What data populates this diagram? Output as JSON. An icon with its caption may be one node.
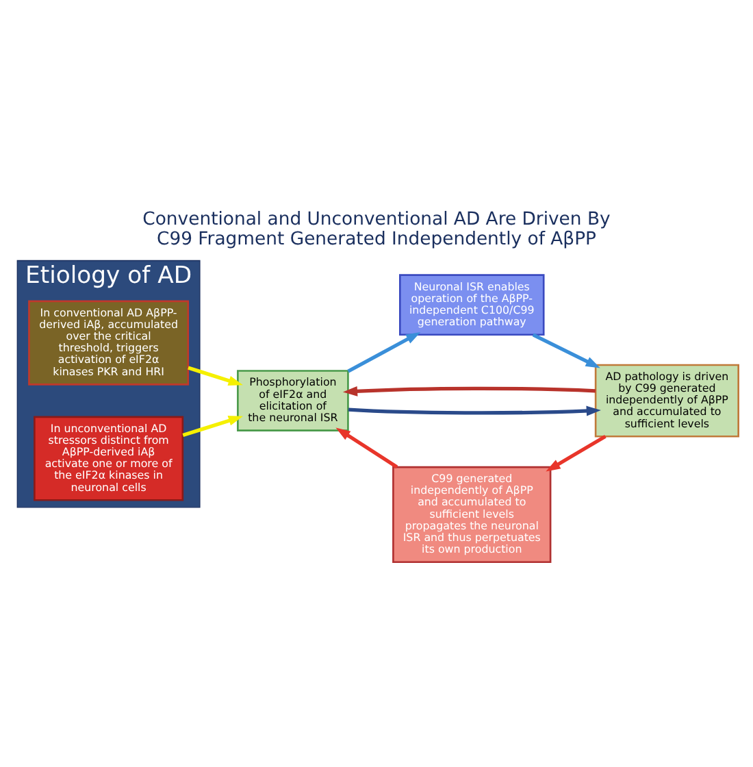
{
  "diagram": {
    "title": "Conventional and Unconventional AD Are Driven By C99 Fragment Generated Independently of AβPP",
    "nodes": [
      {
        "text": [
          "Etiology of AD"
        ]
      },
      {
        "text": [
          "In conventional AD AβPP-derived iAβ, accumulated over the critical threshold, triggers activation of eIF2α kinases PKR and HRI"
        ],
        "in": 0
      },
      {
        "text": [
          "In unconventional AD stressors distinct from AβPP-derived iAβ activate one or more of the eIF2α kinases in neuronal cells"
        ],
        "in": 0
      },
      {
        "text": [
          "Phosphorylation of eIF2α and elicitation of the neuronal ISR"
        ]
      },
      {
        "text": [
          "Neuronal ISR enables operation of the AβPP-independent C100/C99 generation pathway"
        ]
      },
      {
        "text": [
          "AD pathology is driven by C99 generated independently of AβPP and accumulated to sufficient levels"
        ]
      },
      {
        "text": [
          "C99 generated independently of AβPP and accumulated to sufficient levels propagates the neuronal ISR and thus perpetuates its own production"
        ]
      }
    ],
    "edges": [
      {
        "from": 1,
        "to": 3,
        "arrow": "to",
        "color": "#f5f000"
      },
      {
        "from": 2,
        "to": 3,
        "arrow": "to",
        "color": "#f5f000"
      },
      {
        "from": 3,
        "to": 4,
        "arrow": "to",
        "color": "#3a8fd9"
      },
      {
        "from": 4,
        "to": 5,
        "arrow": "to",
        "color": "#3a8fd9"
      },
      {
        "from": 3,
        "to": 5,
        "arrow": "to",
        "color": "#2a4a8a"
      },
      {
        "from": 5,
        "to": 6,
        "arrow": "to",
        "color": "#e8352a"
      },
      {
        "from": 6,
        "to": 3,
        "arrow": "to",
        "color": "#e8352a"
      },
      {
        "from": 5,
        "to": 3,
        "arrow": "to",
        "color": "#b8332b"
      }
    ]
  }
}
